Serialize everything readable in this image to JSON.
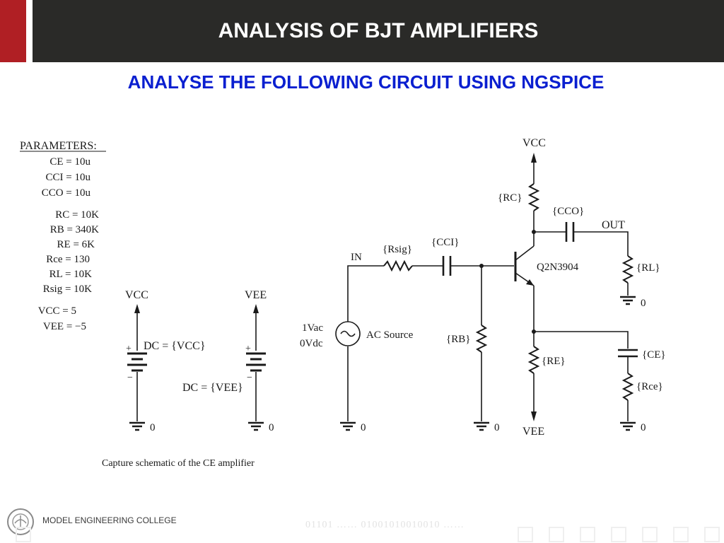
{
  "header": {
    "title": "ANALYSIS OF BJT AMPLIFIERS"
  },
  "subtitle": "ANALYSE THE FOLLOWING CIRCUIT USING NGSPICE",
  "parameters": {
    "heading": "PARAMETERS:",
    "lines": [
      "CE = 10u",
      "CCI = 10u",
      "CCO = 10u",
      "RC = 10K",
      "RB = 340K",
      "RE = 6K",
      "Rce = 130",
      "RL = 10K",
      "Rsig = 10K",
      "VCC = 5",
      "VEE = −5"
    ]
  },
  "supplies": {
    "vcc_label": "VCC",
    "vee_label": "VEE",
    "vcc_dc": "DC = {VCC}",
    "vee_dc": "DC = {VEE}",
    "plus": "+",
    "minus": "−",
    "ground_label": "0"
  },
  "caption": "Capture schematic of the CE amplifier",
  "circuit": {
    "vcc_label": "VCC",
    "vee_label": "VEE",
    "rc": "{RC}",
    "cco": "{CCO}",
    "out": "OUT",
    "rl": "{RL}",
    "in": "IN",
    "rsig": "{Rsig}",
    "cci": "{CCI}",
    "transistor": "Q2N3904",
    "source_ac": "1Vac",
    "source_dc": "0Vdc",
    "source_name": "AC Source",
    "rb": "{RB}",
    "re": "{RE}",
    "ce": "{CE}",
    "rce": "{Rce}",
    "ground_label": "0"
  },
  "footer": {
    "college": "MODEL ENGINEERING COLLEGE",
    "binary": "01101 …… 01001010010010 ……"
  },
  "colors": {
    "header_bg": "#2a2a28",
    "accent_red": "#b01f24",
    "subtitle_blue": "#0a1fd0"
  }
}
